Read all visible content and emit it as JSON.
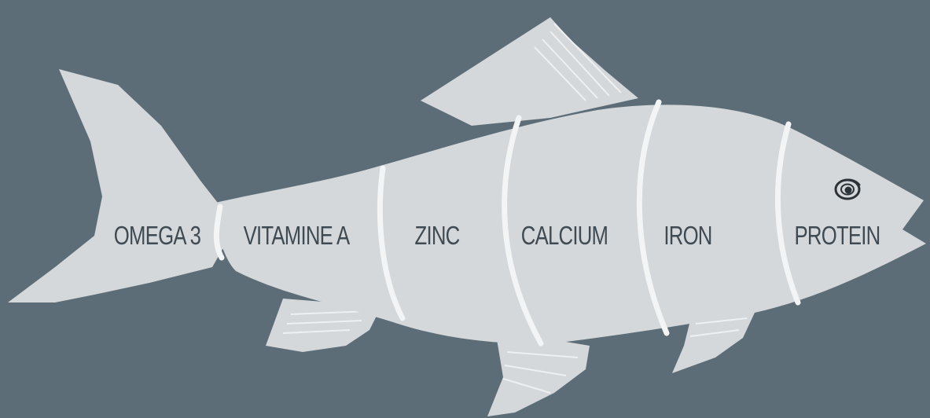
{
  "diagram": {
    "background_color": "#5d6d78",
    "fish_color": "#d4d8db",
    "divider_color": "#f2f4f5",
    "text_color": "#3f4a52",
    "segments": [
      {
        "label": "OMEGA 3"
      },
      {
        "label": "VITAMINE A"
      },
      {
        "label": "ZINC"
      },
      {
        "label": "CALCIUM"
      },
      {
        "label": "IRON"
      },
      {
        "label": "PROTEIN"
      }
    ]
  }
}
